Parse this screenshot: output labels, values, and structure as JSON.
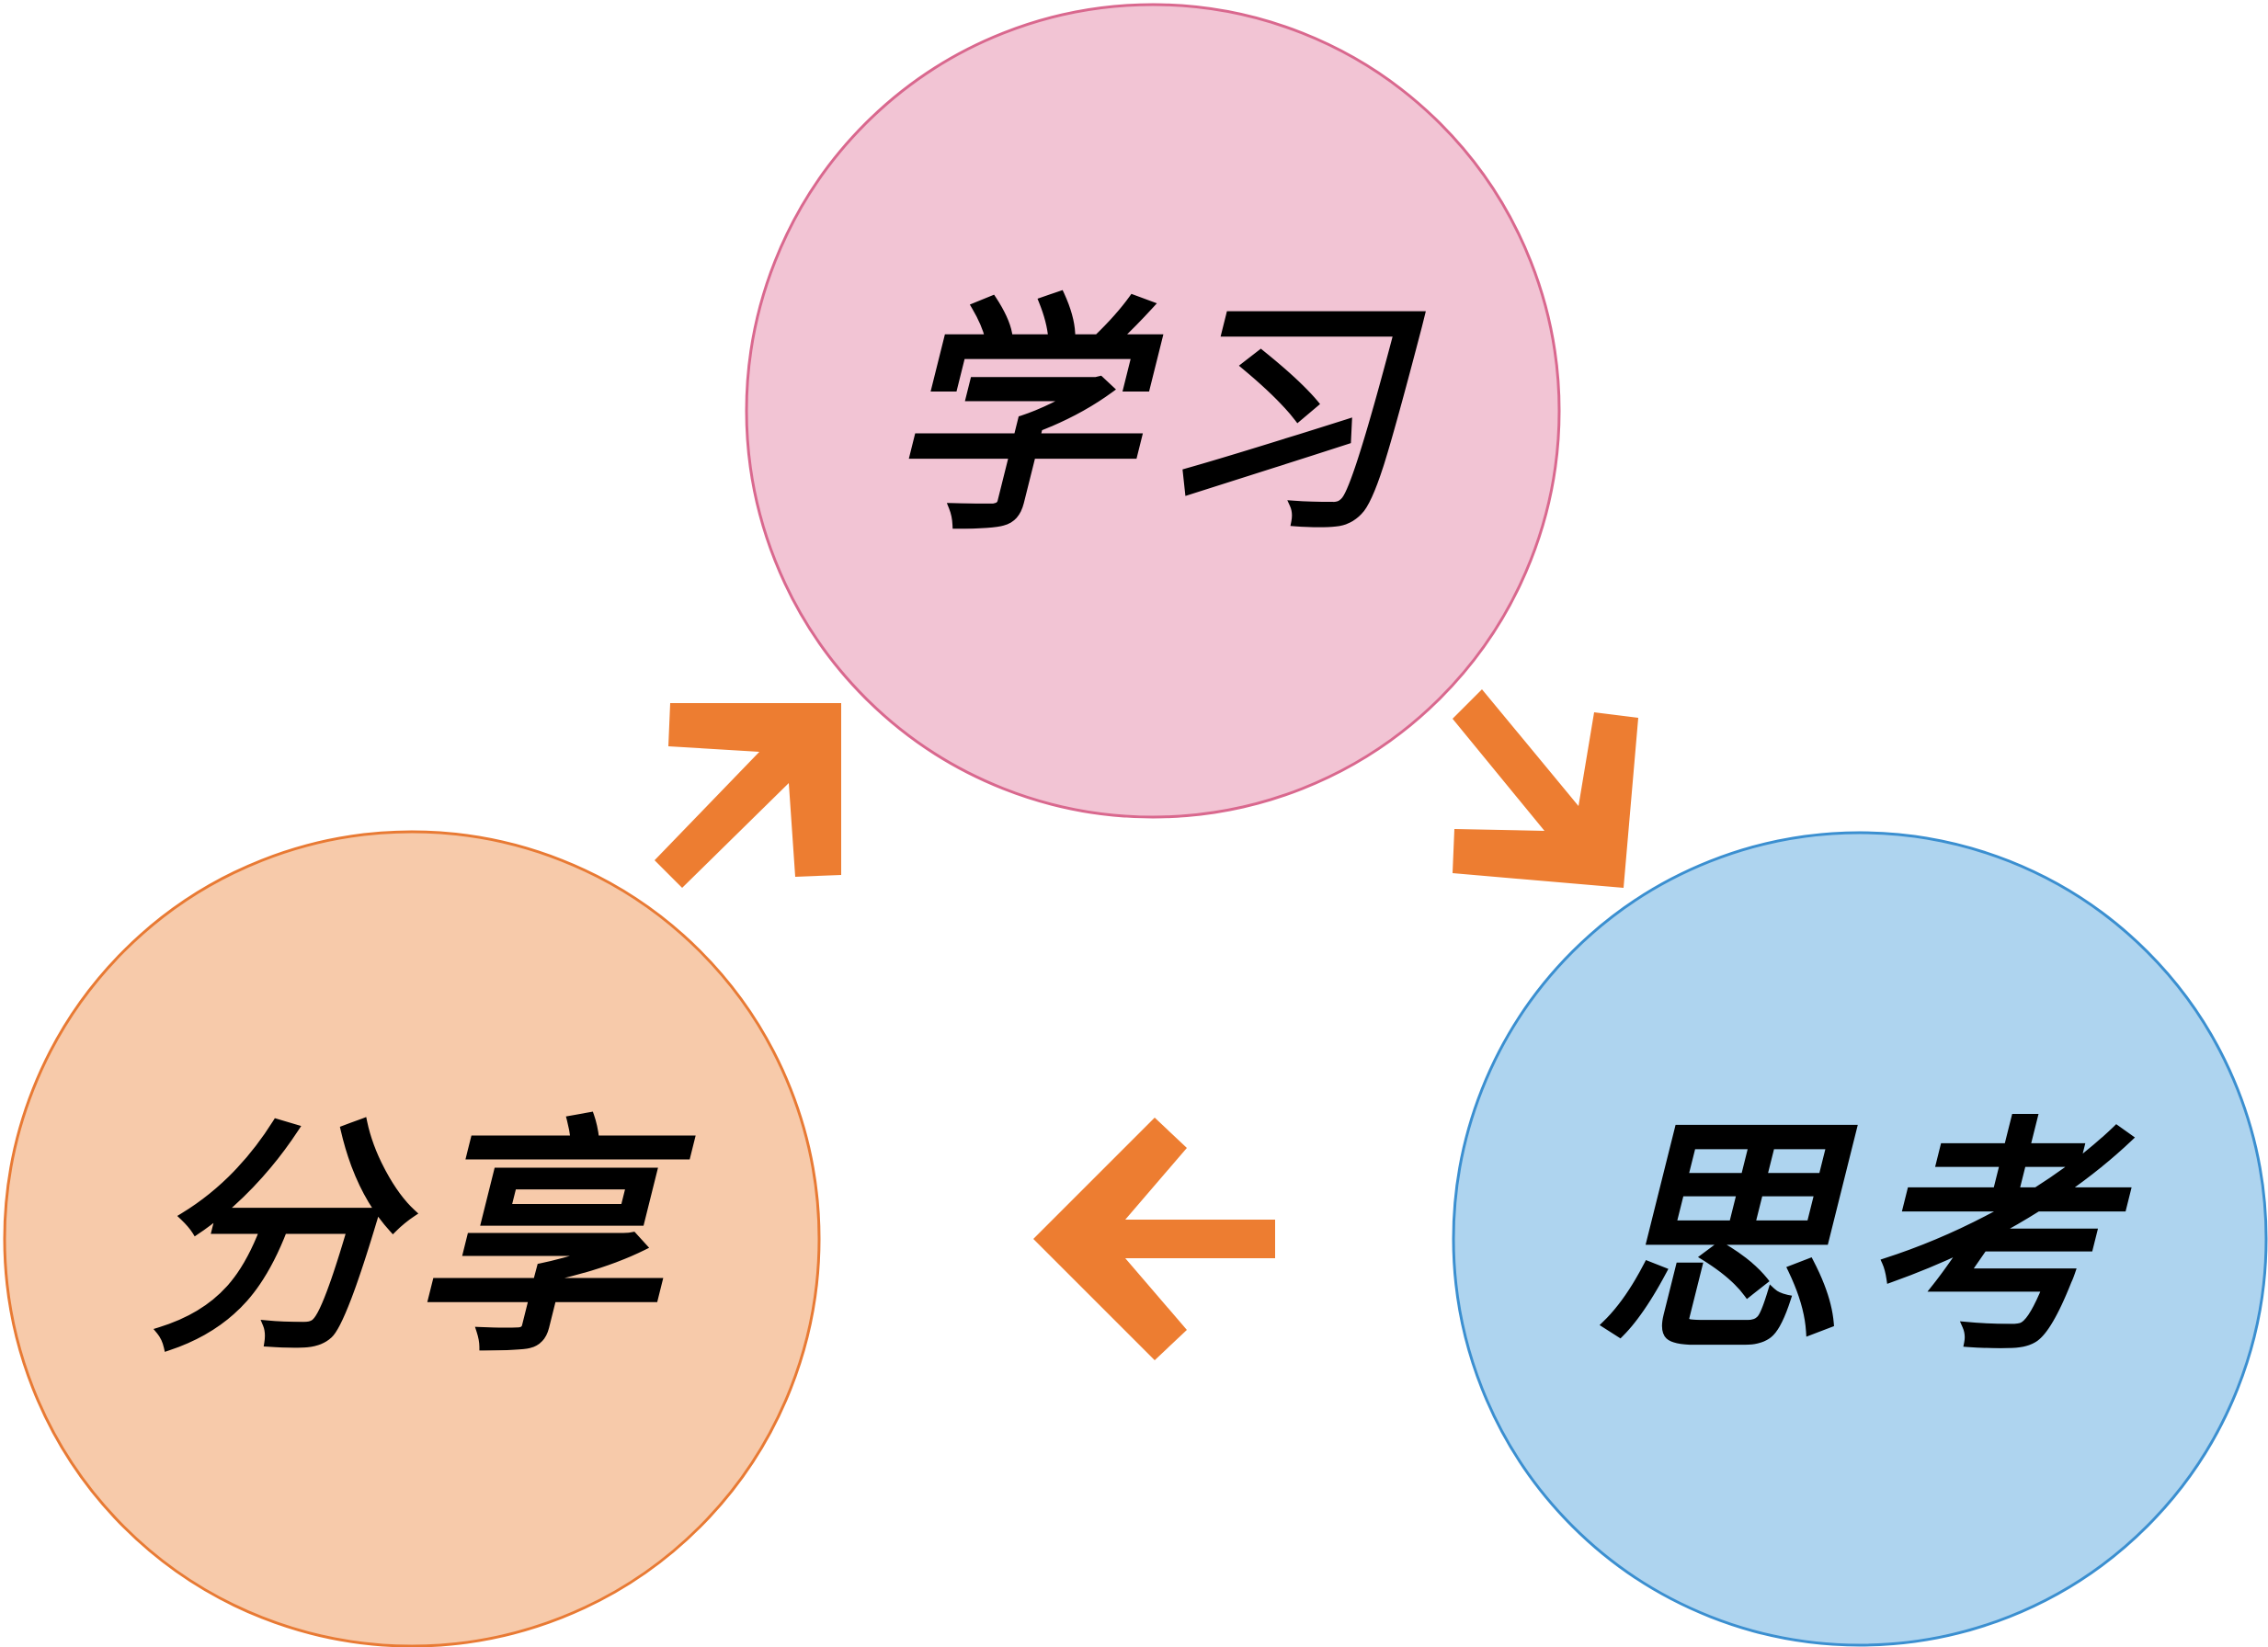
{
  "diagram": {
    "nodes": [
      {
        "id": "learn",
        "label": "学习",
        "fill": "#F2C4D4",
        "stroke": "#D9688E"
      },
      {
        "id": "think",
        "label": "思考",
        "fill": "#AED4EF",
        "stroke": "#3B8FD0"
      },
      {
        "id": "share",
        "label": "分享",
        "fill": "#F7CAAA",
        "stroke": "#E87A34"
      }
    ],
    "arrow_color": "#ED7D31",
    "arrows": [
      {
        "from": "share",
        "to": "learn"
      },
      {
        "from": "learn",
        "to": "think"
      },
      {
        "from": "think",
        "to": "share"
      }
    ]
  }
}
